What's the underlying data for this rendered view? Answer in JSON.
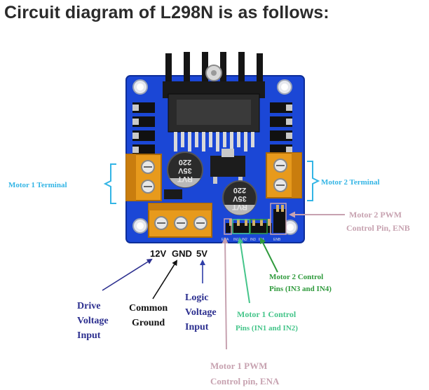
{
  "heading": "Circuit diagram of L298N is as follows:",
  "board": {
    "cap1": {
      "line1": "220",
      "line2": "35V",
      "line3": "RVT"
    },
    "cap2": {
      "line1": "220",
      "line2": "35V",
      "line3": "RVT"
    },
    "power_pins": {
      "v12": "12V",
      "gnd": "GND",
      "v5": "5V"
    },
    "pin_labels": [
      "ENA",
      "IN1",
      "IN2",
      "IN3",
      "IN4",
      "ENB"
    ]
  },
  "labels": {
    "motor1_terminal": "Motor 1 Terminal",
    "motor2_terminal": "Motor 2 Terminal",
    "motor2_pwm_line1": "Motor 2 PWM",
    "motor2_pwm_line2": "Control Pin, ENB",
    "motor2_control_line1": "Motor 2 Control",
    "motor2_control_line2": "Pins (IN3 and IN4)",
    "motor1_control_line1": "Motor 1 Control",
    "motor1_control_line2": "Pins (IN1 and IN2)",
    "motor1_pwm_line1": "Motor 1 PWM",
    "motor1_pwm_line2": "Control pin, ENA",
    "drive_line1": "Drive",
    "drive_line2": "Voltage",
    "drive_line3": "Input",
    "ground_line1": "Common",
    "ground_line2": "Ground",
    "logic_line1": "Logic",
    "logic_line2": "Voltage",
    "logic_line3": "Input"
  },
  "colors": {
    "board": "#1b47d6",
    "terminal": "#e79a1c",
    "heatsink": "#151515",
    "cyan_label": "#33b5e5",
    "navy_label": "#2c2f8f",
    "pink_label": "#c7a2b0",
    "green_label": "#2f9a3c",
    "teal_label": "#45c58a"
  }
}
